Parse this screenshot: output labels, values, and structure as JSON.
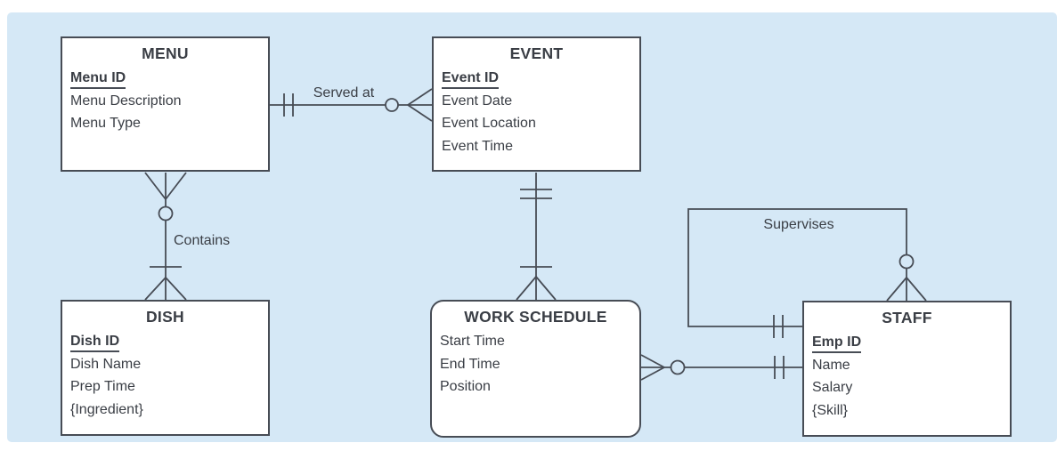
{
  "diagram": {
    "kind": "entity-relationship-diagram",
    "notation": "crow-foot"
  },
  "entities": {
    "menu": {
      "title": "MENU",
      "primary_key": "Menu ID",
      "attributes": [
        "Menu ID",
        "Menu Description",
        "Menu Type"
      ]
    },
    "event": {
      "title": "EVENT",
      "primary_key": "Event ID",
      "attributes": [
        "Event ID",
        "Event Date",
        "Event Location",
        "Event Time"
      ]
    },
    "dish": {
      "title": "DISH",
      "primary_key": "Dish ID",
      "attributes": [
        "Dish ID",
        "Dish Name",
        "Prep Time",
        "{Ingredient}"
      ]
    },
    "work_schedule": {
      "title": "WORK SCHEDULE",
      "attributes": [
        "Start Time",
        "End Time",
        "Position"
      ]
    },
    "staff": {
      "title": "STAFF",
      "primary_key": "Emp ID",
      "attributes": [
        "Emp ID",
        "Name",
        "Salary",
        "{Skill}"
      ]
    }
  },
  "relationships": {
    "served_at": {
      "name": "Served at",
      "from": "MENU",
      "to": "EVENT",
      "from_cardinality": "one and only one",
      "to_cardinality": "zero or many"
    },
    "contains": {
      "name": "Contains",
      "from": "MENU",
      "to": "DISH",
      "from_cardinality": "zero or many",
      "to_cardinality": "one or many"
    },
    "event_work_schedule": {
      "name": "",
      "from": "EVENT",
      "to": "WORK SCHEDULE",
      "from_cardinality": "one and only one",
      "to_cardinality": "one or many"
    },
    "work_schedule_staff": {
      "name": "",
      "from": "WORK SCHEDULE",
      "to": "STAFF",
      "from_cardinality": "zero or many",
      "to_cardinality": "one and only one"
    },
    "supervises": {
      "name": "Supervises",
      "from": "STAFF",
      "to": "STAFF",
      "from_cardinality": "one and only one",
      "to_cardinality": "zero or many"
    }
  },
  "colors": {
    "page_background": "#ffffff",
    "panel_background": "#d5e8f6",
    "line": "#474c55",
    "text": "#3a3e45",
    "entity_fill": "#ffffff"
  }
}
